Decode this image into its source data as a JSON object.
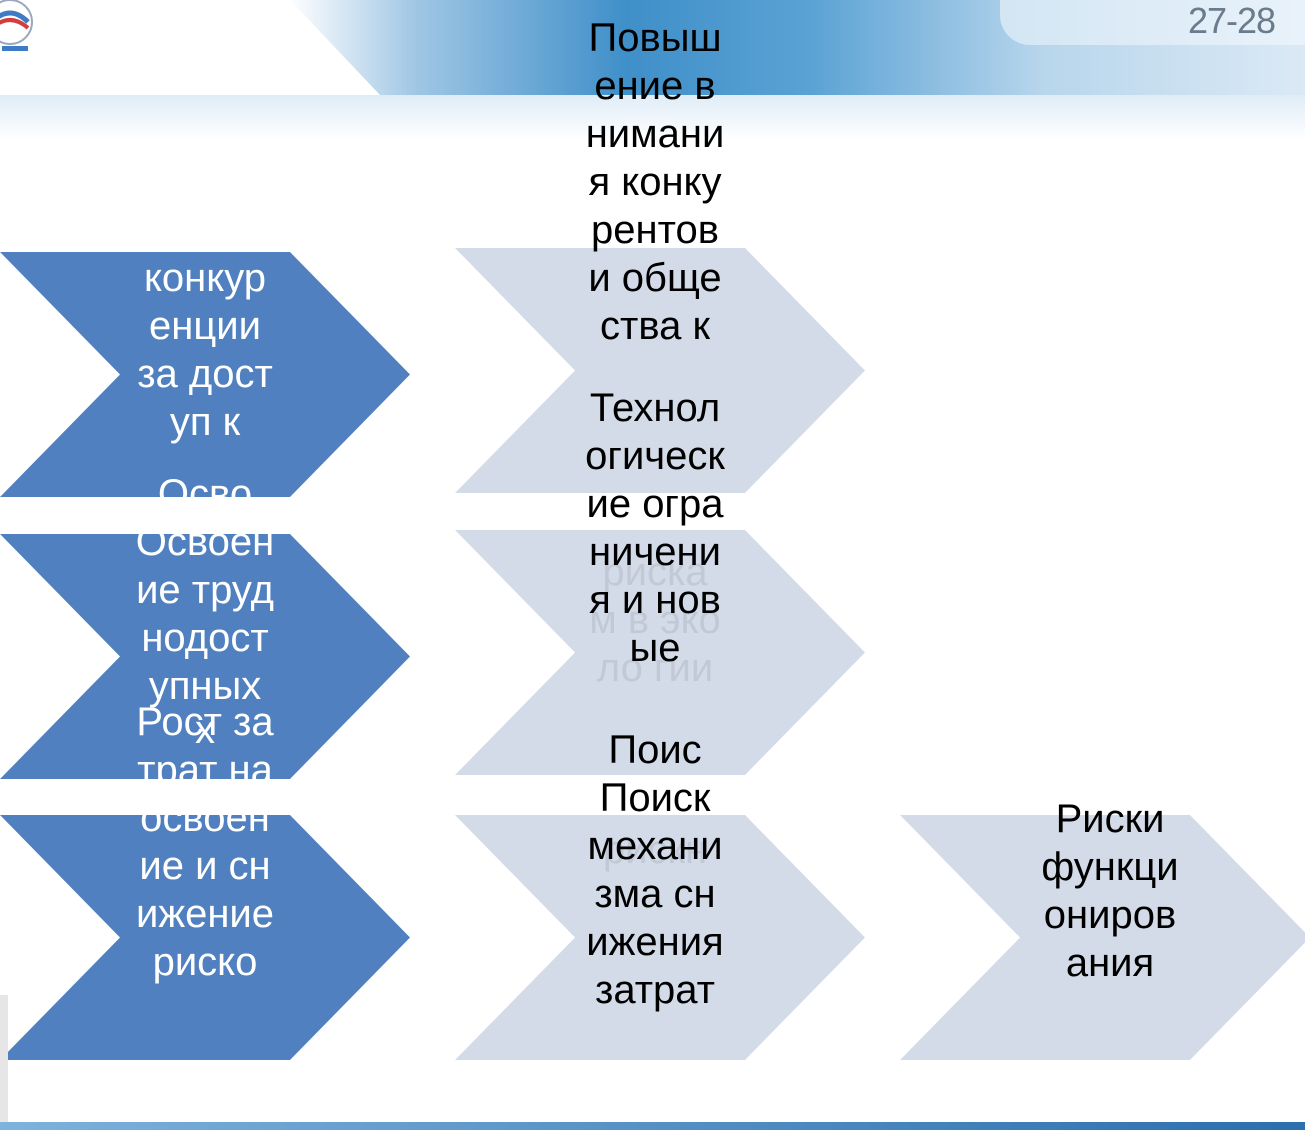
{
  "header": {
    "date": "27-28"
  },
  "colors": {
    "blue": "#5080bf",
    "light": "#d4dbe8"
  },
  "rows": [
    {
      "cause": "конкуренции за доступ к",
      "effect": "Повышение внимания конкурентов и общества к",
      "effect_faint": ""
    },
    {
      "cause": "Освоение труднодоступных",
      "effect": "Технологические ограничения и новые",
      "effect_faint": "риска м в эколо гии"
    },
    {
      "cause": "Рост затрат на освоение и снижение риско",
      "effect": "Поиск механизма снижения затрат",
      "effect_faint": "рискн",
      "outcome": "Риски функционирования"
    }
  ],
  "overflow_text": {
    "row1_tail": "Осво",
    "row2_tail": "х",
    "row3_tail": "Поис"
  }
}
